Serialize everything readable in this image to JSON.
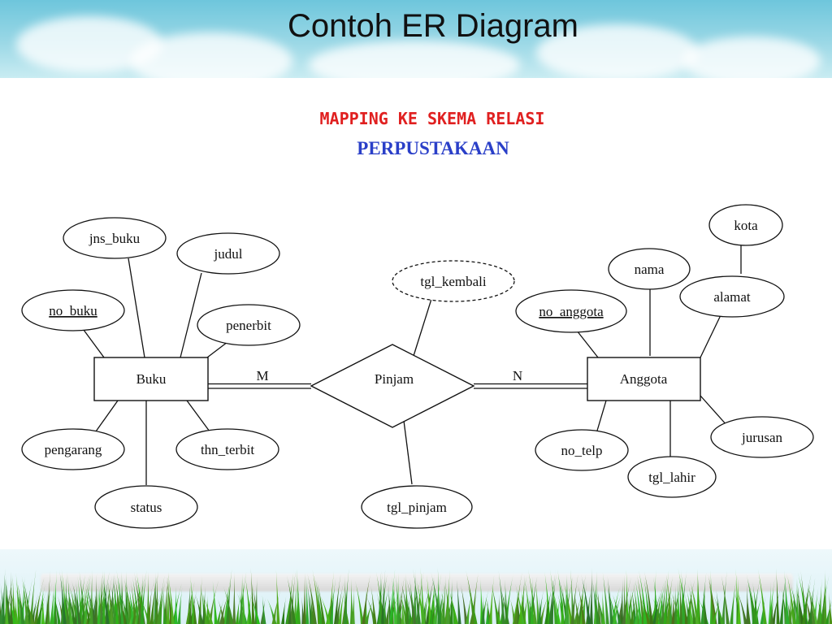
{
  "slide": {
    "title": "Contoh ER Diagram"
  },
  "diagram": {
    "heading1": "MAPPING KE SKEMA RELASI",
    "heading2": "PERPUSTAKAAN",
    "entities": {
      "buku": "Buku",
      "anggota": "Anggota"
    },
    "relationship": {
      "label": "Pinjam",
      "left_cardinality": "M",
      "right_cardinality": "N"
    },
    "attributes": {
      "jns_buku": "jns_buku",
      "judul": "judul",
      "no_buku": "no_buku",
      "penerbit": "penerbit",
      "pengarang": "pengarang",
      "thn_terbit": "thn_terbit",
      "status": "status",
      "tgl_kembali": "tgl_kembali",
      "tgl_pinjam": "tgl_pinjam",
      "kota": "kota",
      "nama": "nama",
      "alamat": "alamat",
      "no_anggota": "no_anggota",
      "no_telp": "no_telp",
      "tgl_lahir": "tgl_lahir",
      "jurusan": "jurusan"
    },
    "colors": {
      "heading1": "#e02020",
      "heading2": "#2a3fc8",
      "line": "#111111"
    }
  }
}
